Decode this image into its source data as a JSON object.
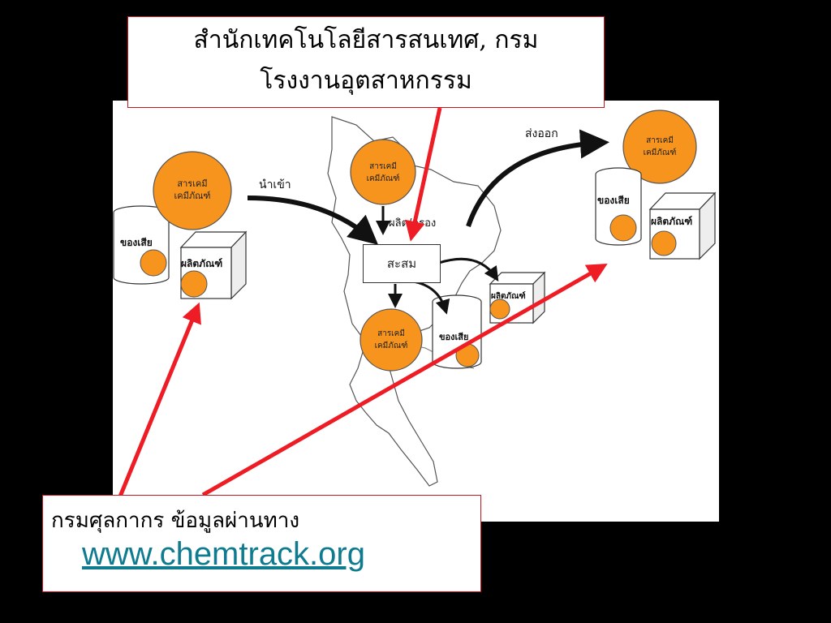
{
  "title": {
    "line1": "สำนักเทคโนโลยีสารสนเทศ, กรม",
    "line2": "โรงงานอุตสาหกรรม"
  },
  "source": {
    "text": "กรมศุลกากร ข้อมูลผ่านทาง",
    "link": "www.chemtrack.org"
  },
  "diagram": {
    "import_label": "นำเข้า",
    "export_label": "ส่งออก",
    "produce_label": "ผลิต/ครอง",
    "store_label": "สะสม",
    "chem_label_line1": "สารเคมี",
    "chem_label_line2": "เคมีภัณฑ์",
    "waste_label": "ของเสีย",
    "product_label": "ผลิตภัณฑ์"
  },
  "colors": {
    "orange": "#f7941d",
    "red": "#ee1c25",
    "background": "#000000",
    "link": "#0f7b8f"
  }
}
